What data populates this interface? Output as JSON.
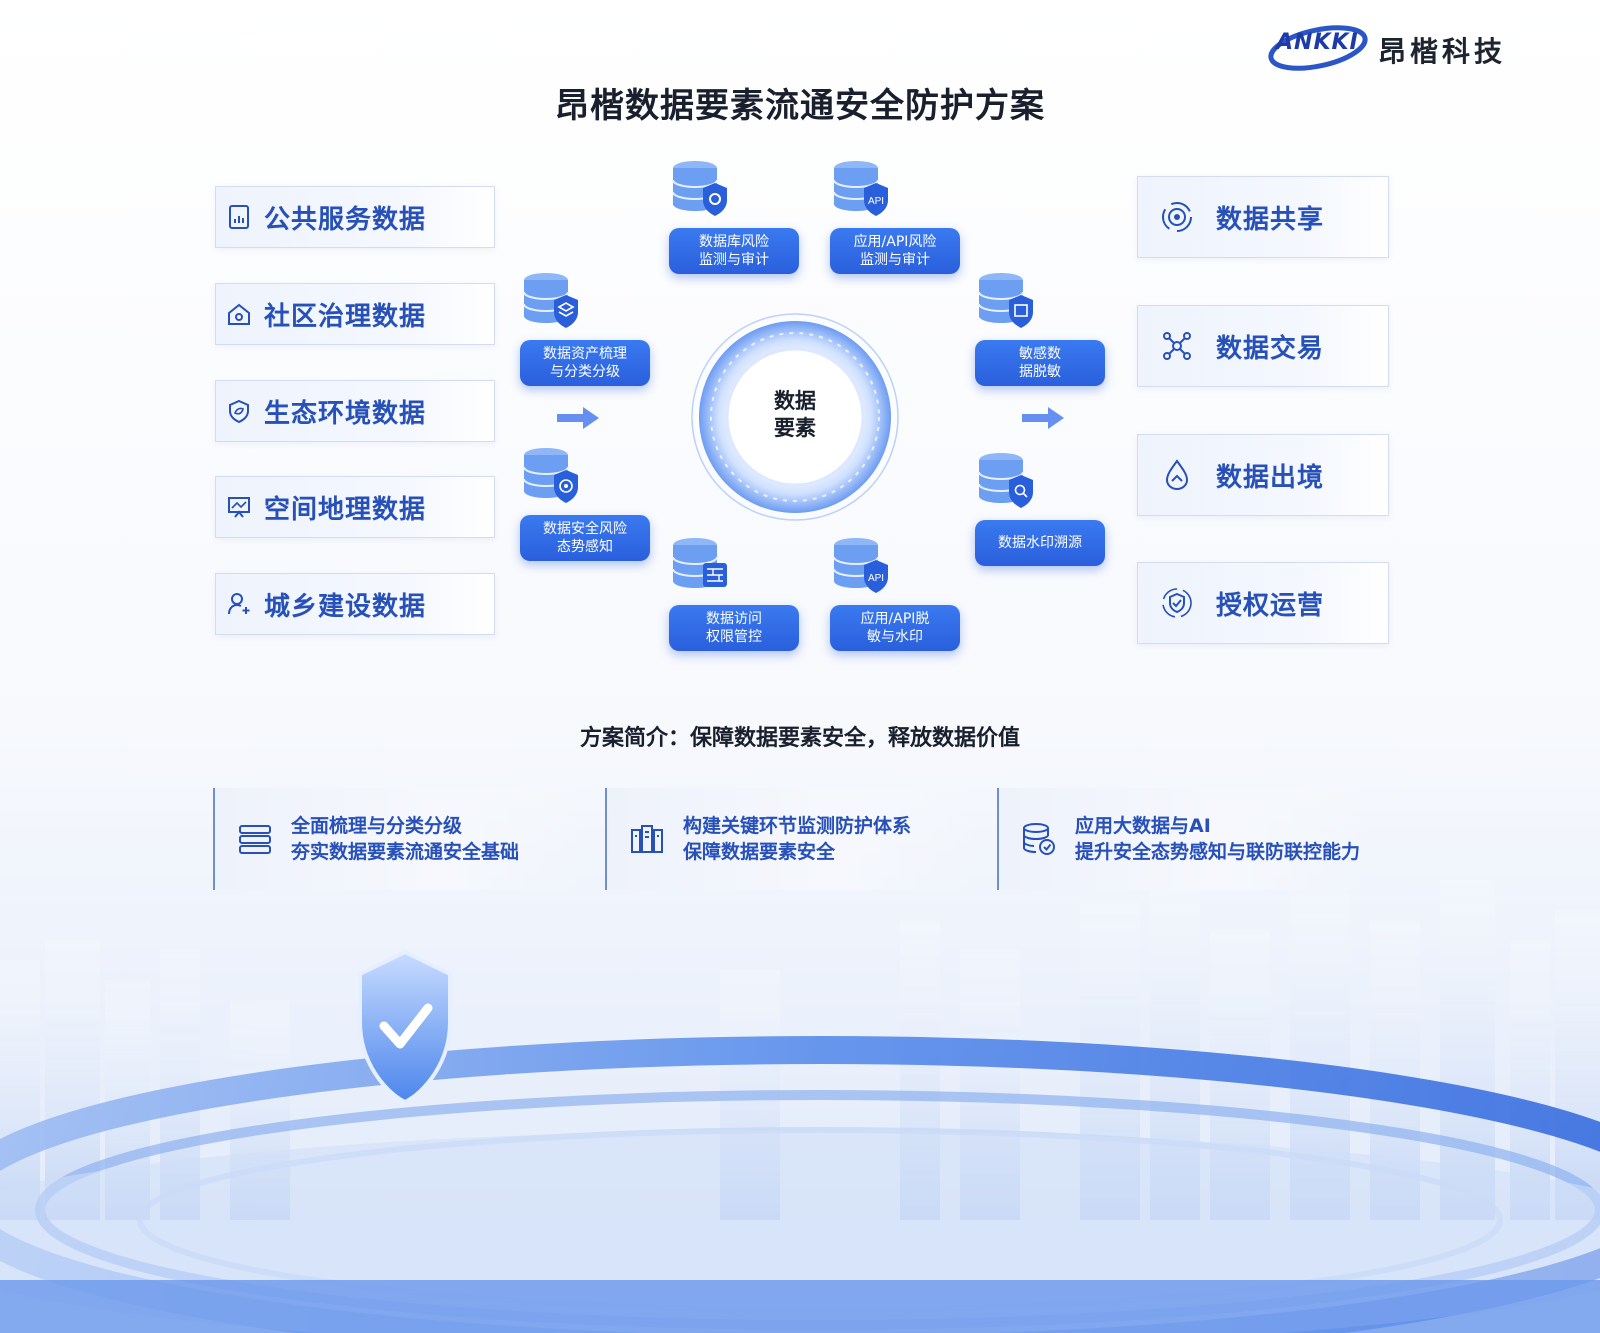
{
  "brand": {
    "logo_en": "ANKKI",
    "logo_cn": "昂楷科技"
  },
  "title": "昂楷数据要素流通安全防护方案",
  "sources": [
    {
      "label": "公共服务数据",
      "icon": "document-chart-icon"
    },
    {
      "label": "社区治理数据",
      "icon": "home-icon"
    },
    {
      "label": "生态环境数据",
      "icon": "leaf-shield-icon"
    },
    {
      "label": "空间地理数据",
      "icon": "map-screen-icon"
    },
    {
      "label": "城乡建设数据",
      "icon": "user-plus-icon"
    }
  ],
  "hub": {
    "label": "数据\n要素"
  },
  "capabilities": [
    {
      "label": "数据库风险\n监测与审计",
      "icon": "database-radar-icon"
    },
    {
      "label": "应用/API风险\n监测与审计",
      "icon": "database-api-icon",
      "badge": "API"
    },
    {
      "label": "数据资产梳理\n与分类分级",
      "icon": "database-layers-icon"
    },
    {
      "label": "敏感数\n据脱敏",
      "icon": "database-mask-icon"
    },
    {
      "label": "数据安全风险\n态势感知",
      "icon": "database-target-icon"
    },
    {
      "label": "数据水印溯源",
      "icon": "database-search-icon"
    },
    {
      "label": "数据访问\n权限管控",
      "icon": "database-firewall-icon"
    },
    {
      "label": "应用/API脱\n敏与水印",
      "icon": "database-api-icon",
      "badge": "API"
    }
  ],
  "targets": [
    {
      "label": "数据共享",
      "icon": "broadcast-icon"
    },
    {
      "label": "数据交易",
      "icon": "network-nodes-icon"
    },
    {
      "label": "数据出境",
      "icon": "location-pin-icon"
    },
    {
      "label": "授权运营",
      "icon": "shield-check-icon"
    }
  ],
  "intro": "方案简介：保障数据要素安全，释放数据价值",
  "features": [
    {
      "text": "全面梳理与分类分级\n夯实数据要素流通安全基础",
      "icon": "list-icon"
    },
    {
      "text": "构建关键环节监测防护体系\n保障数据要素安全",
      "icon": "server-rack-icon"
    },
    {
      "text": "应用大数据与AI\n提升安全态势感知与联防联控能力",
      "icon": "database-check-icon"
    }
  ],
  "colors": {
    "primary": "#2a5fdc",
    "label_blue": "#2750b8",
    "title": "#1a1f2e"
  }
}
